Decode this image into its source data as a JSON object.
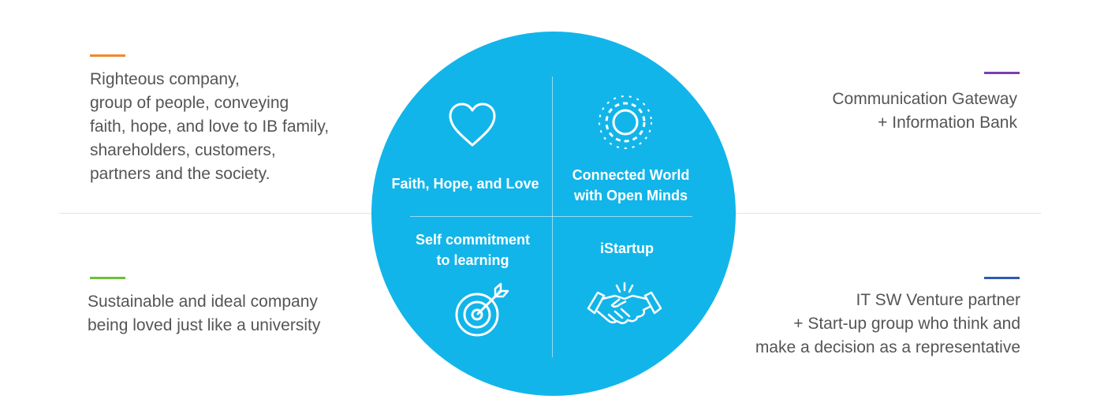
{
  "colors": {
    "circle": "#12b5e9",
    "accent_top_left": "#f0892b",
    "accent_top_right": "#7b3fb1",
    "accent_bottom_left": "#6cbf3a",
    "accent_bottom_right": "#2c5bb0",
    "text": "#555555"
  },
  "descriptions": {
    "top_left": "Righteous company,\ngroup of people, conveying\nfaith, hope, and love to IB family,\nshareholders, customers,\npartners and the society.",
    "top_right": "Communication Gateway\n+ Information Bank",
    "bottom_left": "Sustainable and ideal company\nbeing loved just like a university",
    "bottom_right": "IT SW Venture partner\n+ Start-up group who think and\nmake a decision as a representative"
  },
  "quadrants": {
    "top_left": {
      "label": "Faith, Hope, and Love",
      "icon": "heart-icon"
    },
    "top_right": {
      "label": "Connected World\nwith Open Minds",
      "icon": "sun-ring-icon"
    },
    "bottom_left": {
      "label": "Self commitment\nto learning",
      "icon": "target-arrow-icon"
    },
    "bottom_right": {
      "label": "iStartup",
      "icon": "handshake-icon"
    }
  }
}
